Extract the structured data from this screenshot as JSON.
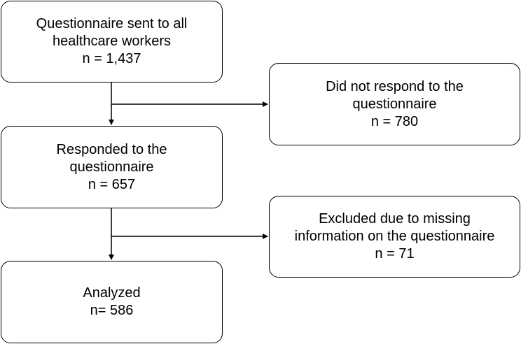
{
  "diagram": {
    "nodes": {
      "sent": {
        "lines": [
          "Questionnaire sent to all",
          "healthcare workers",
          "n = 1,437"
        ]
      },
      "responded": {
        "lines": [
          "Responded to the",
          "questionnaire",
          "n = 657"
        ]
      },
      "analyzed": {
        "lines": [
          "Analyzed",
          "n= 586"
        ]
      },
      "no_response": {
        "lines": [
          "Did not respond to the",
          "questionnaire",
          "n = 780"
        ]
      },
      "excluded": {
        "lines": [
          "Excluded due to missing",
          "information on the questionnaire",
          "n = 71"
        ]
      }
    },
    "edges": [
      {
        "from": "sent",
        "to": "responded"
      },
      {
        "from": "sent",
        "to": "no_response"
      },
      {
        "from": "responded",
        "to": "analyzed"
      },
      {
        "from": "responded",
        "to": "excluded"
      }
    ],
    "colors": {
      "stroke": "#000000",
      "fill": "#ffffff",
      "text": "#000000"
    }
  }
}
